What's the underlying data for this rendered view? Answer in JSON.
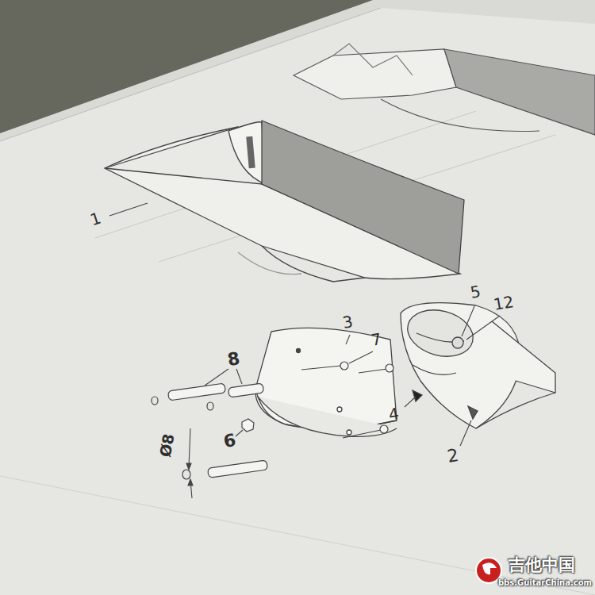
{
  "diagram": {
    "labels": [
      "1",
      "5",
      "12",
      "3",
      "7",
      "8",
      "4",
      "6",
      "Ø8",
      "2",
      "吉他中国",
      "bbs.GuitarChina.com"
    ]
  }
}
